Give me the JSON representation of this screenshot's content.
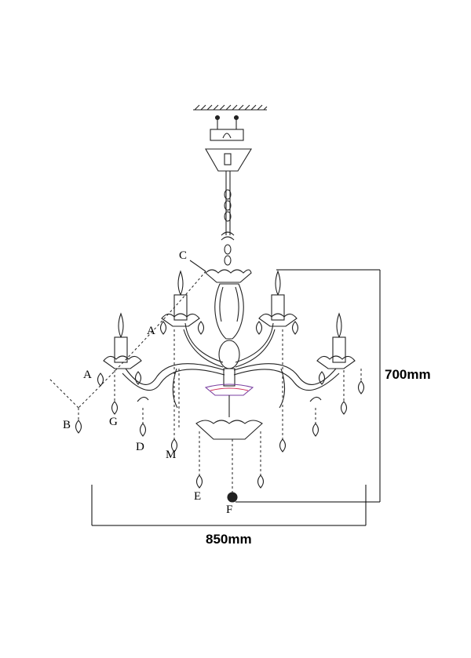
{
  "dimensions": {
    "height": "700mm",
    "width": "850mm"
  },
  "parts": [
    {
      "id": "c",
      "text": "C"
    },
    {
      "id": "a1",
      "text": "A"
    },
    {
      "id": "a2",
      "text": "A"
    },
    {
      "id": "b",
      "text": "B"
    },
    {
      "id": "g",
      "text": "G"
    },
    {
      "id": "d",
      "text": "D"
    },
    {
      "id": "m",
      "text": "M"
    },
    {
      "id": "e",
      "text": "E"
    },
    {
      "id": "f",
      "text": "F"
    }
  ]
}
